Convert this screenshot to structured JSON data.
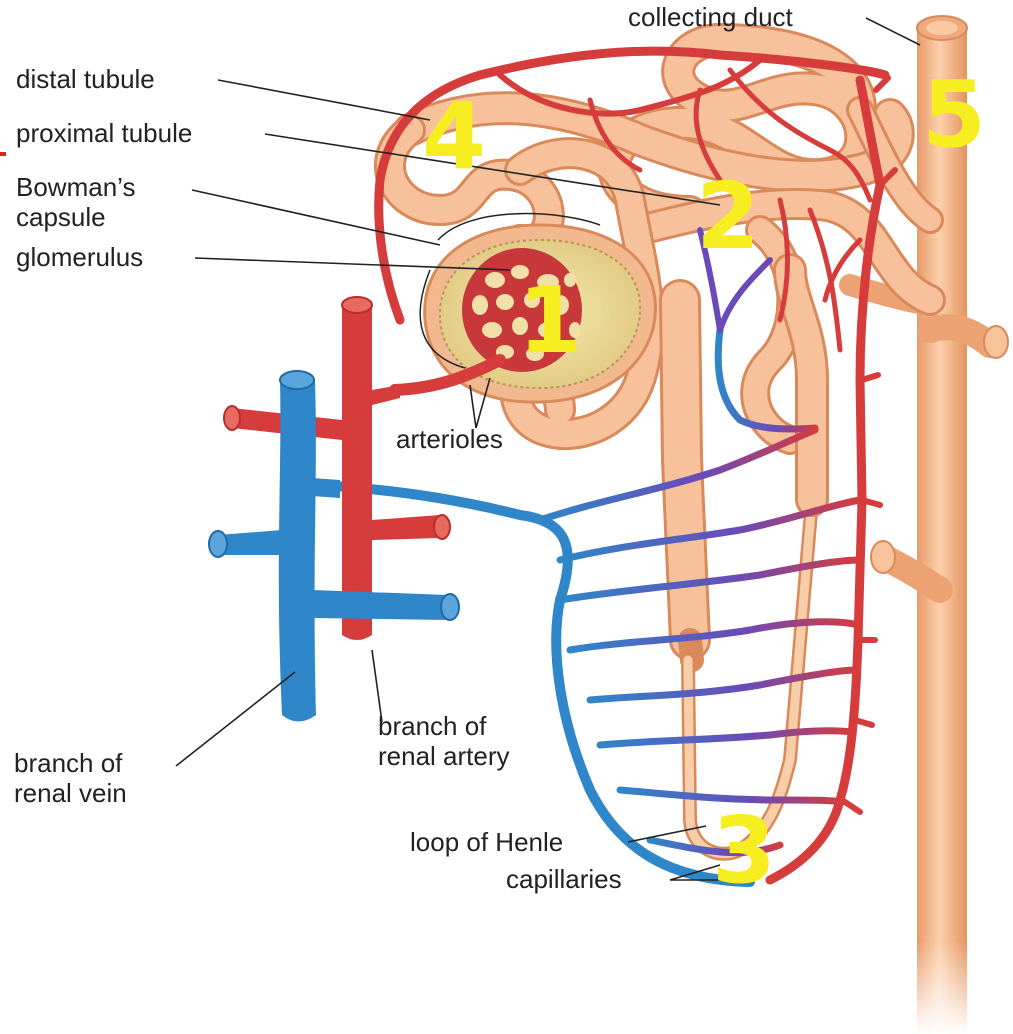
{
  "labels": {
    "collecting_duct": "collecting duct",
    "distal_tubule": "distal tubule",
    "proximal_tubule": "proximal tubule",
    "bowmans_capsule_line1": "Bowman’s",
    "bowmans_capsule_line2": "capsule",
    "glomerulus": "glomerulus",
    "arterioles": "arterioles",
    "branch_renal_artery_line1": "branch of",
    "branch_renal_artery_line2": "renal artery",
    "branch_renal_vein_line1": "branch of",
    "branch_renal_vein_line2": "renal vein",
    "loop_of_henle": "loop of Henle",
    "capillaries": "capillaries"
  },
  "numbers": {
    "n1": "1",
    "n2": "2",
    "n3": "3",
    "n4": "4",
    "n5": "5"
  },
  "colors": {
    "tubule": "#f5b88a",
    "artery": "#d63c3c",
    "vein": "#2f86c9",
    "number_highlight": "#f7ee22"
  }
}
